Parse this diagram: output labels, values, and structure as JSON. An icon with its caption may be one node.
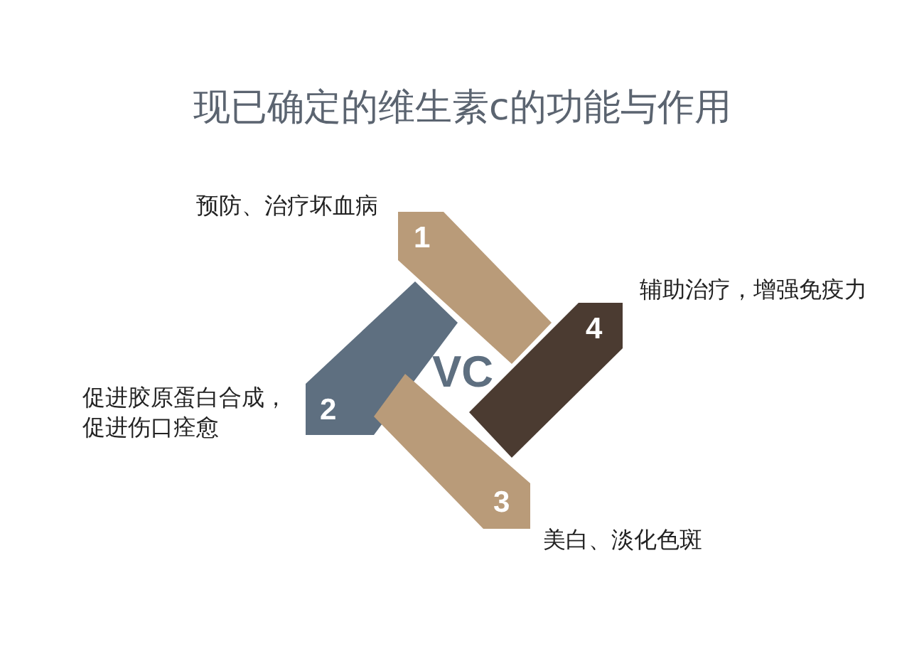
{
  "diagram": {
    "title": "现已确定的维生素c的功能与作用",
    "nodes": [
      {
        "text": [
          "1"
        ],
        "beside": [
          "预防、治疗坏血病"
        ]
      },
      {
        "text": [
          "2"
        ],
        "beside": [
          "促进胶原蛋白合成，促进伤口痊愈"
        ]
      },
      {
        "text": [
          "3"
        ],
        "beside": [
          "美白、淡化色斑"
        ]
      },
      {
        "text": [
          "4"
        ],
        "beside": [
          "辅助治疗，增强免疫力"
        ]
      }
    ],
    "labels": [
      "VC"
    ]
  }
}
